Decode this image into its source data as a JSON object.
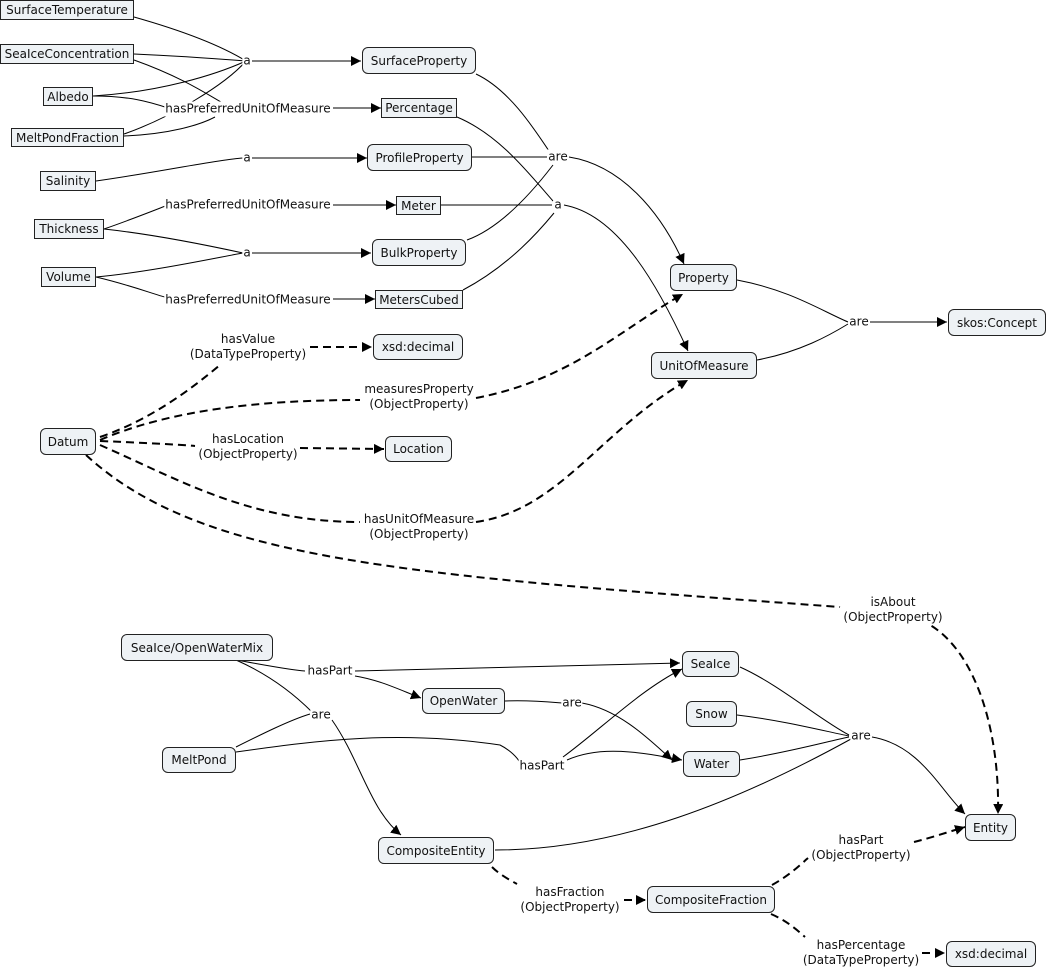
{
  "nodes": {
    "surface_temperature": "SurfaceTemperature",
    "sea_ice_concentration": "SeaIceConcentration",
    "albedo": "Albedo",
    "melt_pond_fraction": "MeltPondFraction",
    "salinity": "Salinity",
    "thickness": "Thickness",
    "volume": "Volume",
    "surface_property": "SurfaceProperty",
    "percentage": "Percentage",
    "profile_property": "ProfileProperty",
    "meter": "Meter",
    "bulk_property": "BulkProperty",
    "meters_cubed": "MetersCubed",
    "property": "Property",
    "unit_of_measure": "UnitOfMeasure",
    "skos_concept": "skos:Concept",
    "xsd_decimal_top": "xsd:decimal",
    "datum": "Datum",
    "location": "Location",
    "sea_ice_open_water_mix": "SeaIce/OpenWaterMix",
    "melt_pond": "MeltPond",
    "sea_ice": "SeaIce",
    "open_water": "OpenWater",
    "snow": "Snow",
    "water": "Water",
    "composite_entity": "CompositeEntity",
    "composite_fraction": "CompositeFraction",
    "entity": "Entity",
    "xsd_decimal_bottom": "xsd:decimal"
  },
  "labels": {
    "a_surface": "a",
    "has_pref_unit_percentage": "hasPreferredUnitOfMeasure",
    "a_profile": "a",
    "has_pref_unit_meter": "hasPreferredUnitOfMeasure",
    "a_bulk": "a",
    "has_pref_unit_meters_cubed": "hasPreferredUnitOfMeasure",
    "are_property": "are",
    "a_unit": "a",
    "are_concept": "are",
    "has_value": "hasValue\n(DataTypeProperty)",
    "measures_property": "measuresProperty\n(ObjectProperty)",
    "has_location": "hasLocation\n(ObjectProperty)",
    "has_unit_of_measure": "hasUnitOfMeasure\n(ObjectProperty)",
    "is_about": "isAbout\n(ObjectProperty)",
    "has_part_mix": "hasPart",
    "are_composite": "are",
    "are_water": "are",
    "has_part_melt": "hasPart",
    "are_entity": "are",
    "has_part_object": "hasPart\n(ObjectProperty)",
    "has_fraction": "hasFraction\n(ObjectProperty)",
    "has_percentage": "hasPercentage\n(DataTypeProperty)"
  }
}
